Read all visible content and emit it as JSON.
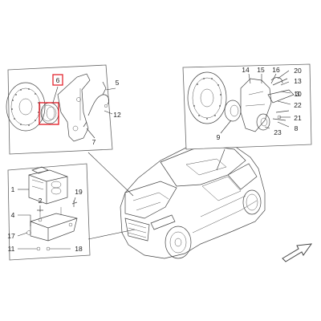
{
  "labels": {
    "p1": "1",
    "p2": "2",
    "p3": "3",
    "p4": "4",
    "p5": "5",
    "p6": "6",
    "p7": "7",
    "p8": "8",
    "p9": "9",
    "p10": "10",
    "p11": "11",
    "p12": "12",
    "p13": "13",
    "p14": "14",
    "p15": "15",
    "p16": "16",
    "p17": "17",
    "p18": "18",
    "p19": "19",
    "p20": "20",
    "p21": "21",
    "p22": "22",
    "p23": "23"
  },
  "highlight_color": "#e3262f",
  "line_color": "#333333",
  "icons": {
    "direction_arrow": "front-direction-arrow-icon"
  }
}
